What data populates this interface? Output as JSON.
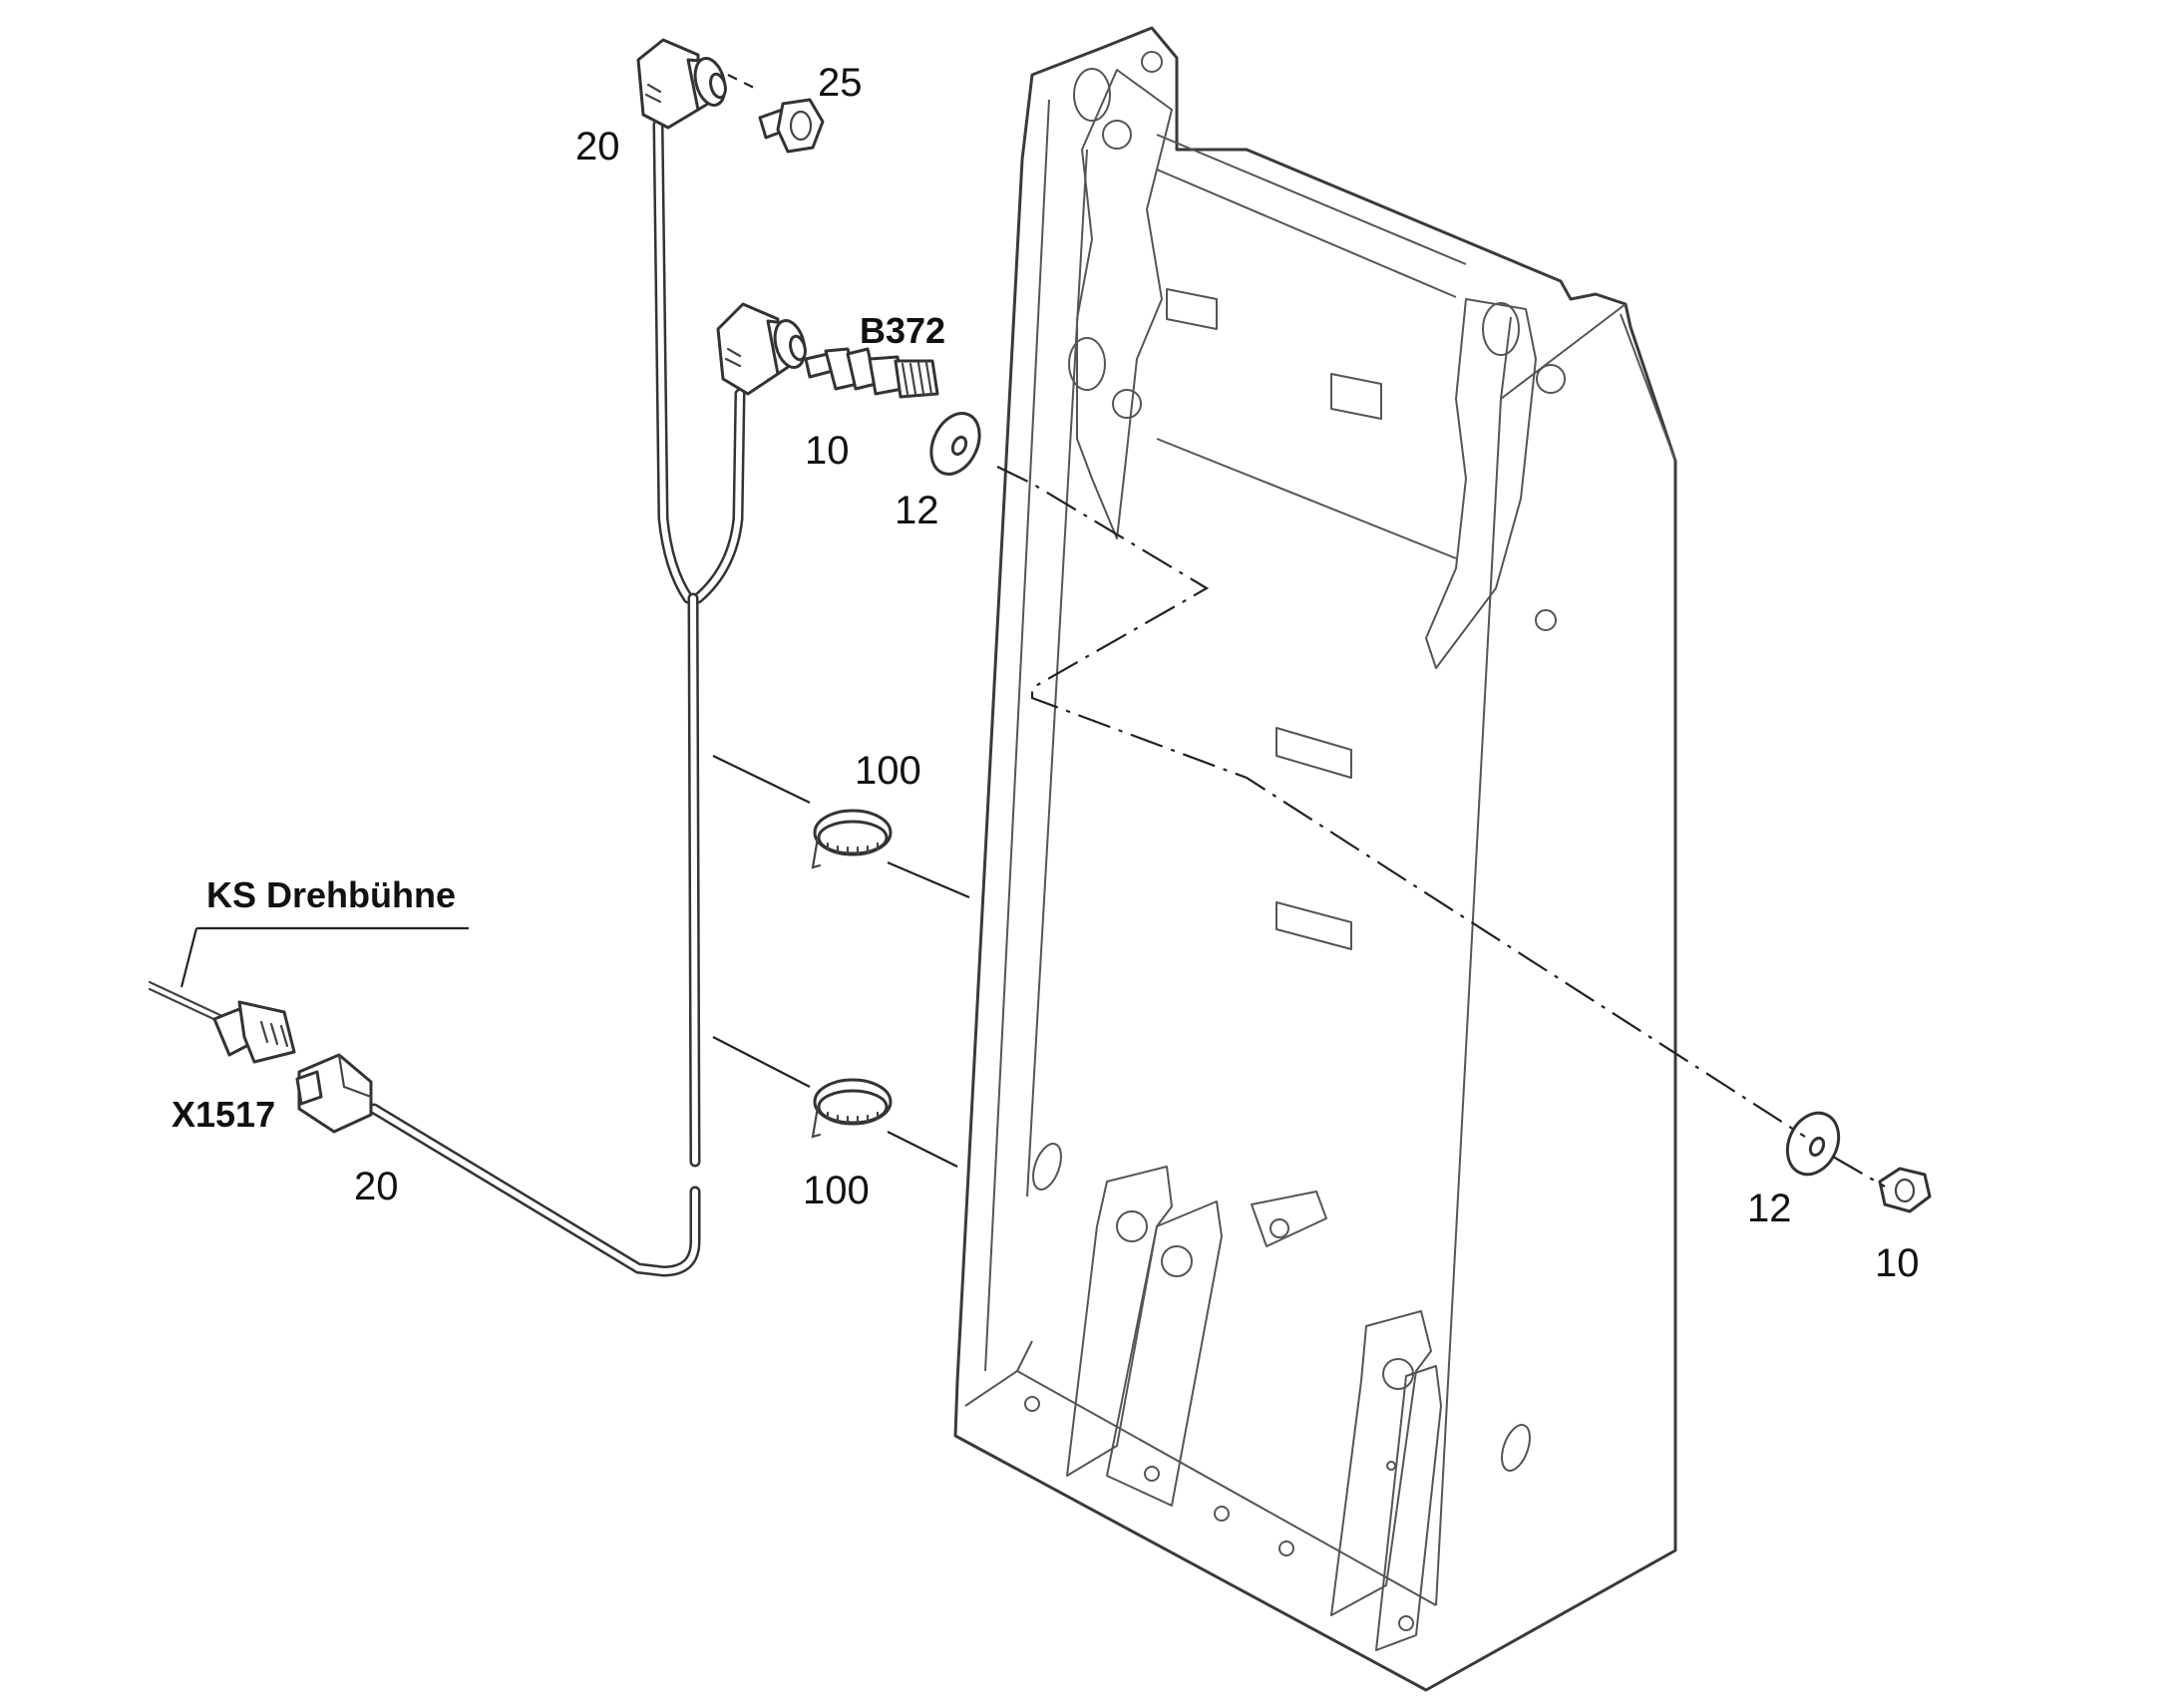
{
  "labels": {
    "bolt": "25",
    "cable_top": "20",
    "sensor": "B372",
    "sensor_item": "10",
    "washer_left": "12",
    "clamp_upper": "100",
    "clamp_lower": "100",
    "connector_group": "KS Drehbühne",
    "connector": "X1517",
    "cable_bottom": "20",
    "washer_right": "12",
    "nut_right": "10"
  }
}
